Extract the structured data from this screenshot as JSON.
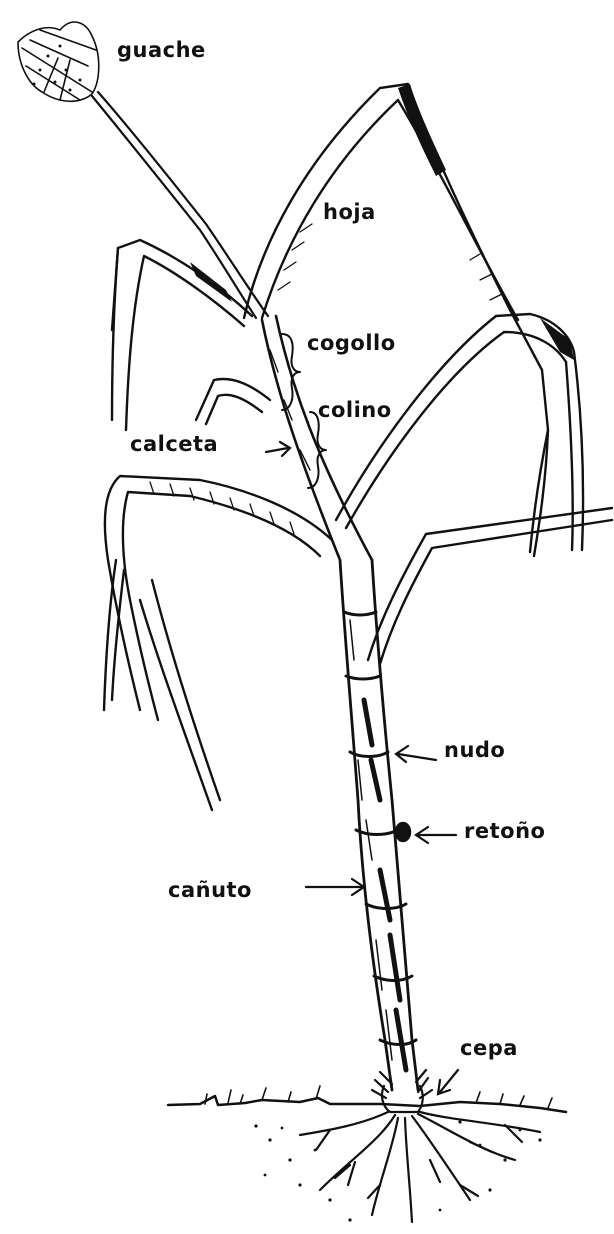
{
  "diagram": {
    "labels": {
      "guache": "guache",
      "hoja": "hoja",
      "cogollo": "cogollo",
      "colino": "colino",
      "calceta": "calceta",
      "nudo": "nudo",
      "retono": "retoño",
      "canuto": "cañuto",
      "cepa": "cepa"
    },
    "colors": {
      "ink": "#111111",
      "background": "#ffffff"
    }
  }
}
